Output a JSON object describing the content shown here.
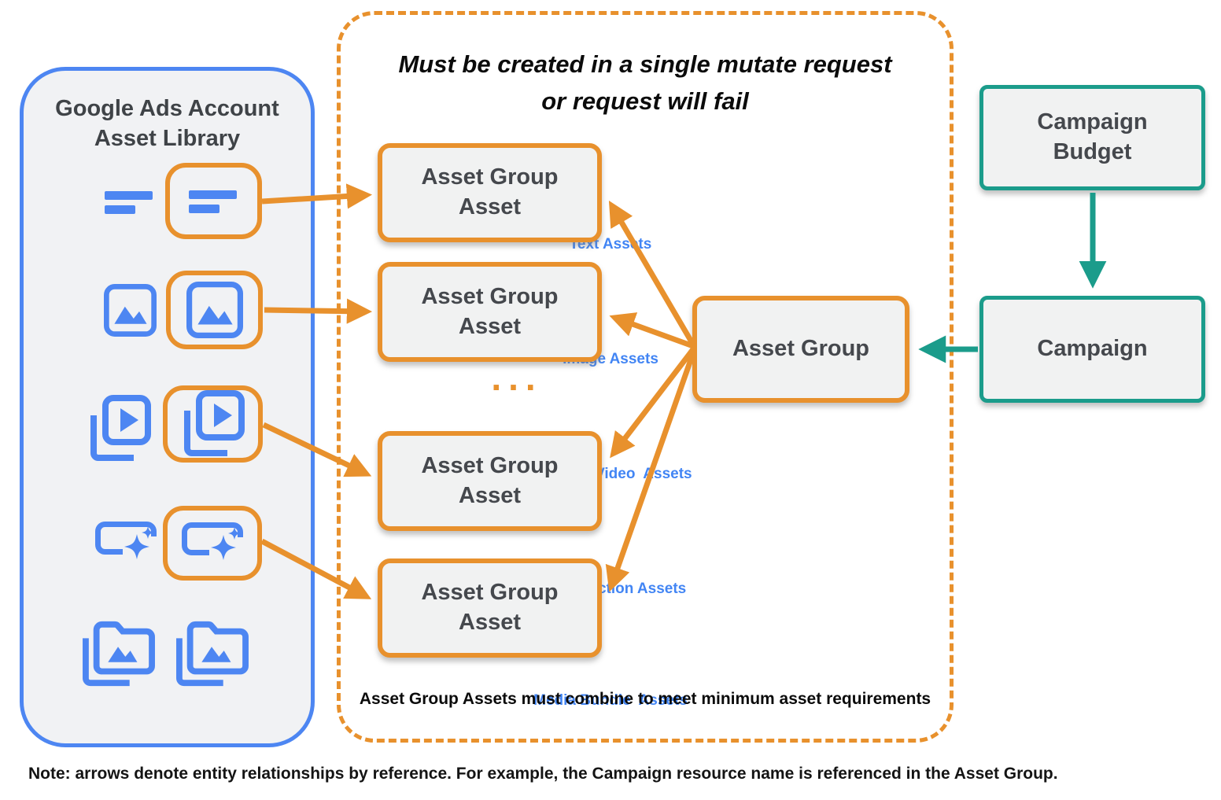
{
  "colors": {
    "orange": "#E8912D",
    "blue_icon": "#4D86F2",
    "blue_label": "#4285F4",
    "teal": "#1B9C8B",
    "node_fill": "#F1F2F2",
    "panel_fill": "#F1F2F4",
    "node_text": "#45484D"
  },
  "library": {
    "title": "Google Ads Account\nAsset Library",
    "rows": [
      {
        "label": "Text Assets",
        "icon": "text-lines-icon"
      },
      {
        "label": "Image Assets",
        "icon": "image-icon"
      },
      {
        "label": "YouTube Video  Assets",
        "icon": "video-library-icon"
      },
      {
        "label": "Call To Action Assets",
        "icon": "cta-sparkle-icon"
      },
      {
        "label": "Media Bundle  Assets",
        "icon": "media-bundle-folder-icon"
      }
    ]
  },
  "mutate_panel": {
    "title": "Must be created in a single mutate request\nor request will fail",
    "asset_group_assets": [
      "Asset Group\nAsset",
      "Asset Group\nAsset",
      "Asset Group\nAsset",
      "Asset Group\nAsset"
    ],
    "ellipsis": "...",
    "asset_group": "Asset Group",
    "footnote": "Asset Group Assets must combine to meet minimum asset requirements"
  },
  "campaign_flow": {
    "budget": "Campaign\nBudget",
    "campaign": "Campaign"
  },
  "note": "Note: arrows denote entity relationships by reference. For example, the Campaign resource name is referenced in the Asset Group."
}
